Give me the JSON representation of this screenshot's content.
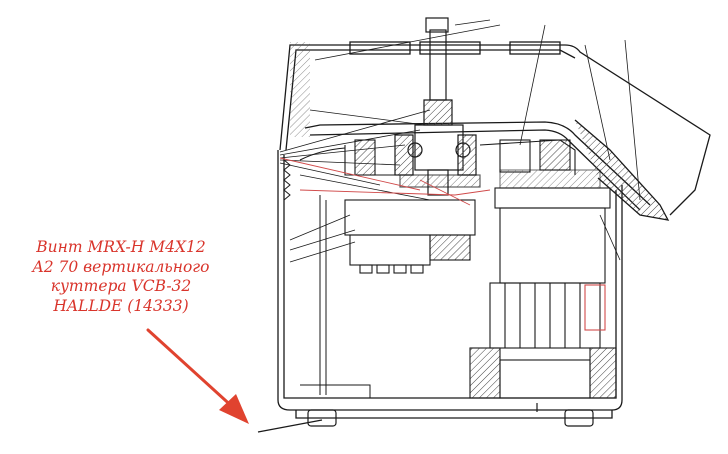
{
  "caption": {
    "lines": [
      "Винт MRX-H M4X12",
      "A2 70 вертикального",
      "куттера VCB-32",
      "HALLDE (14333)"
    ]
  },
  "colors": {
    "caption": "#d9342b",
    "arrow": "#e0432f",
    "line": "#1a1a1a",
    "hatch": "#444444",
    "highlight": "#d04a4a"
  }
}
